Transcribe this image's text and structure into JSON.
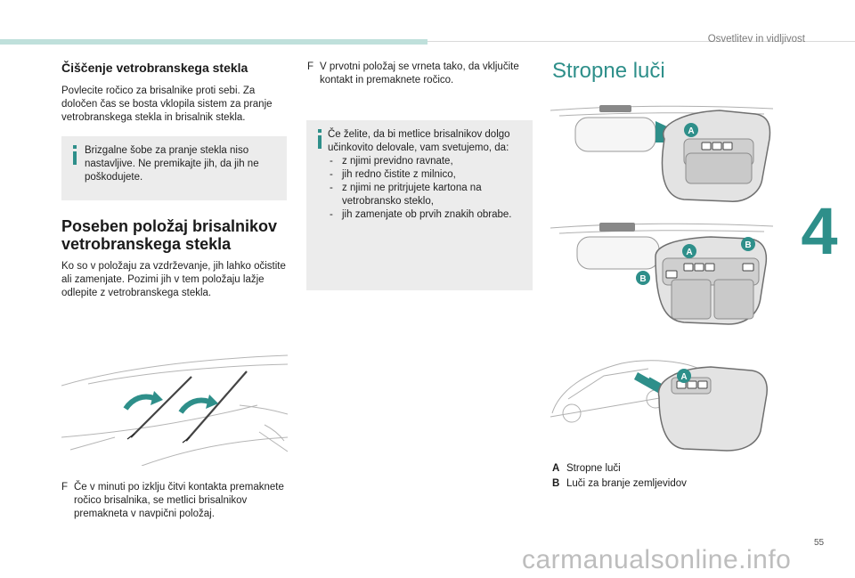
{
  "header": {
    "chapter_title": "Osvetlitev in vidljivost",
    "chapter_number": "4"
  },
  "footer": {
    "page_number": "55",
    "watermark": "carmanualsonline.info"
  },
  "left": {
    "heading1": "Čiščenje vetrobranskega stekla",
    "para1": "Povlecite ročico za brisalnike proti sebi. Za določen čas se bosta vklopila sistem za pranje vetrobranskega stekla in brisalnik stekla.",
    "info1": "Brizgalne šobe za pranje stekla niso nastavljive. Ne premikajte jih, da jih ne poškodujete.",
    "heading2_line1": "Poseben položaj brisalnikov",
    "heading2_line2": "vetrobranskega stekla",
    "para2": "Ko so v položaju za vzdrževanje, jih lahko očistite ali zamenjate. Pozimi jih v tem položaju lažje odlepite z vetrobranskega stekla.",
    "bullet_symbol": "F",
    "bullet1": "Če v minuti po izklju čitvi kontakta premaknete ročico brisalnika, se metlici brisalnikov premakneta v navpični položaj."
  },
  "middle": {
    "bullet_symbol": "F",
    "bullet1": "V prvotni položaj se vrneta tako, da vključite kontakt in premaknete ročico.",
    "info_intro": "Če želite, da bi metlice brisalnikov dolgo učinkovito delovale, vam svetujemo, da:",
    "info_items": [
      "z njimi previdno ravnate,",
      "jih redno čistite z milnico,",
      "z njimi ne pritrjujete kartona na vetrobransko steklo,",
      "jih zamenjate ob prvih znakih obrabe."
    ]
  },
  "right": {
    "heading": "Stropne luči",
    "figure_badges": [
      "A",
      "A",
      "B",
      "B",
      "A"
    ],
    "legend": [
      {
        "key": "A",
        "text": "Stropne luči"
      },
      {
        "key": "B",
        "text": "Luči za branje zemljevidov"
      }
    ]
  },
  "colors": {
    "accent": "#2e8f8a",
    "topbar": "#bfe0db",
    "infobox": "#ececec"
  }
}
